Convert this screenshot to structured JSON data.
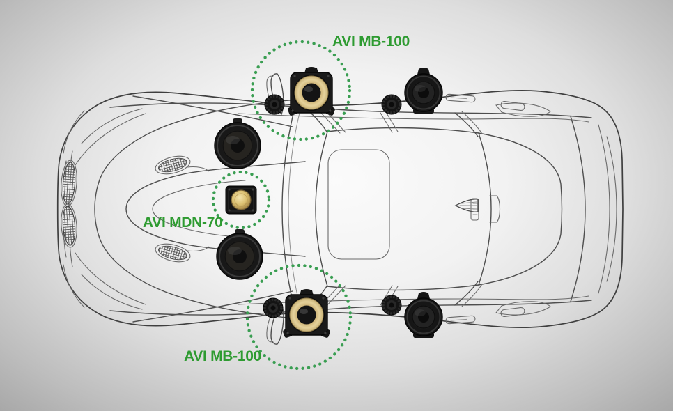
{
  "diagram": {
    "description": "Top view of a sedan showing car audio speaker mounting positions",
    "labels": {
      "top": "AVI MB-100",
      "middle": "AVI MDN-70",
      "bottom": "AVI MB-100"
    },
    "colors": {
      "label_green": "#2e9b31",
      "dot_circle_green": "#3a9e52",
      "speaker_gold": "#d8c085",
      "car_line_gray": "#4e4e4e",
      "background_center": "#fafafa",
      "background_edge": "#9e9e9e"
    },
    "speakers": [
      {
        "name": "top-midrange-speaker",
        "highlighted": true,
        "label": "AVI MB-100"
      },
      {
        "name": "top-tweeter",
        "highlighted": false
      },
      {
        "name": "top-rear-door-speaker",
        "highlighted": false
      },
      {
        "name": "top-rear-tweeter",
        "highlighted": false
      },
      {
        "name": "center-dash-speaker",
        "highlighted": true,
        "label": "AVI MDN-70"
      },
      {
        "name": "upper-front-woofer",
        "highlighted": false
      },
      {
        "name": "lower-front-woofer",
        "highlighted": false
      },
      {
        "name": "bottom-midrange-speaker",
        "highlighted": true,
        "label": "AVI MB-100"
      },
      {
        "name": "bottom-tweeter",
        "highlighted": false
      },
      {
        "name": "bottom-rear-door-speaker",
        "highlighted": false
      },
      {
        "name": "bottom-rear-tweeter",
        "highlighted": false
      }
    ]
  }
}
